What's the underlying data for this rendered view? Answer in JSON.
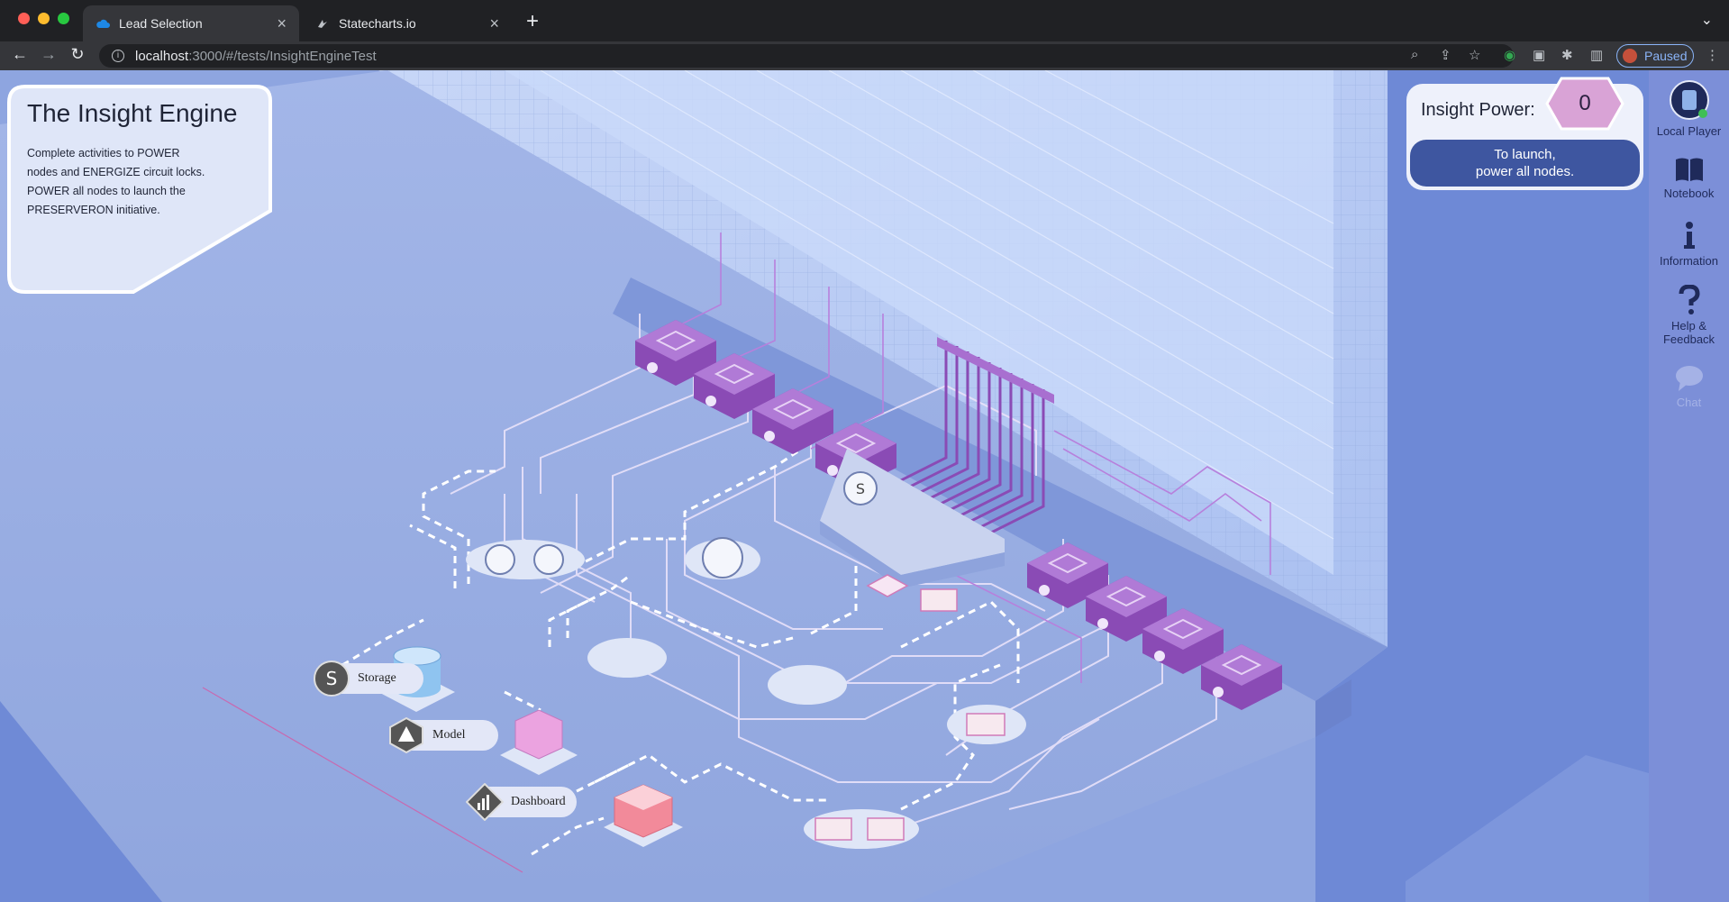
{
  "browser": {
    "tabs": [
      {
        "title": "Lead Selection",
        "active": true
      },
      {
        "title": "Statecharts.io",
        "active": false
      }
    ],
    "url_host": "localhost",
    "url_path": ":3000/#/tests/InsightEngineTest",
    "profile_status": "Paused"
  },
  "intro": {
    "title": "The Insight Engine",
    "lines": [
      "Complete activities to POWER",
      "nodes and ENERGIZE circuit locks.",
      "POWER all nodes to launch the",
      "PRESERVERON initiative."
    ]
  },
  "power": {
    "label": "Insight Power:",
    "value": "0",
    "launch_line1": "To launch,",
    "launch_line2": "power all nodes."
  },
  "sidebar": {
    "player": "Local Player",
    "notebook": "Notebook",
    "information": "Information",
    "help_line1": "Help &",
    "help_line2": "Feedback",
    "chat": "Chat"
  },
  "legend": {
    "storage": "Storage",
    "model": "Model",
    "dashboard": "Dashboard"
  },
  "colors": {
    "accent_purple": "#8a4bb5",
    "launch_button": "#3e56a0",
    "power_hex": "#d9a3d6"
  }
}
